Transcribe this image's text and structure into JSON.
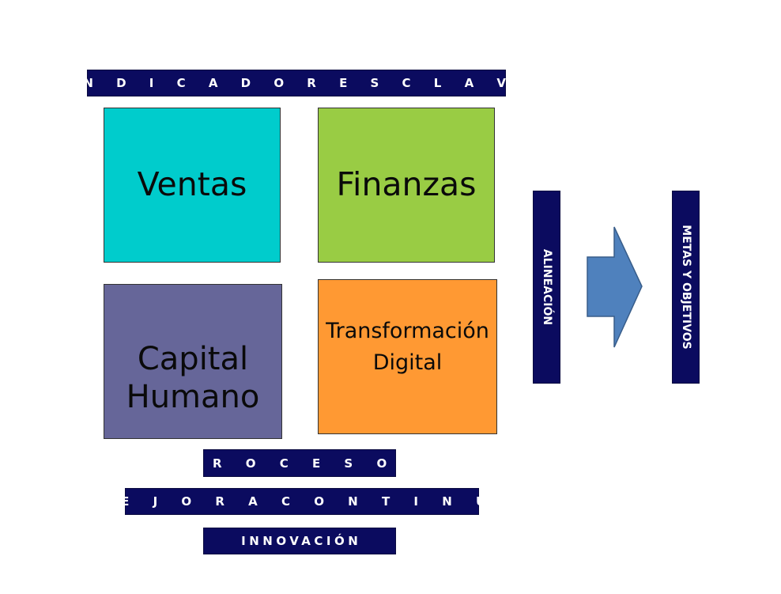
{
  "header_bar": {
    "label": "I N D I C A D O R E S   C L A V E"
  },
  "boxes": [
    {
      "label_lines": [
        "Ventas"
      ],
      "color": "#00cccc"
    },
    {
      "label_lines": [
        "Finanzas"
      ],
      "color": "#99cc44"
    },
    {
      "label_lines": [
        "Capital",
        "Humano"
      ],
      "color": "#666699"
    },
    {
      "label_lines": [
        "Transformación",
        "Digital"
      ],
      "color": "#ff9933"
    }
  ],
  "bottom_bars": [
    {
      "label": "P R O C E S O S"
    },
    {
      "label": "M E J O R A   C O N T I N U A"
    },
    {
      "label": "INNOVACIÓN"
    }
  ],
  "side_bars": [
    {
      "label": "ALINEACIÓN"
    },
    {
      "label": "METAS Y OBJETIVOS"
    }
  ],
  "arrow": {
    "color": "#4f81bd",
    "border_color": "#385d8a"
  },
  "bar_color": "#0b0b5f"
}
